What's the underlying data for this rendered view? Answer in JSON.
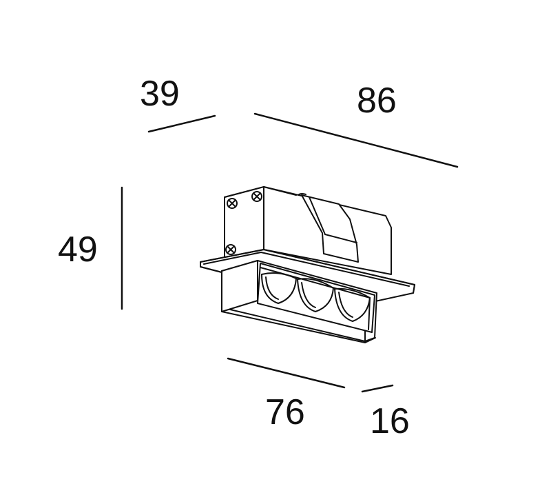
{
  "dimensions": {
    "depth": "39",
    "length": "86",
    "height": "49",
    "front_width": "76",
    "front_depth": "16"
  },
  "colors": {
    "stroke": "#111111",
    "background": "#ffffff",
    "fill": "#ffffff"
  }
}
